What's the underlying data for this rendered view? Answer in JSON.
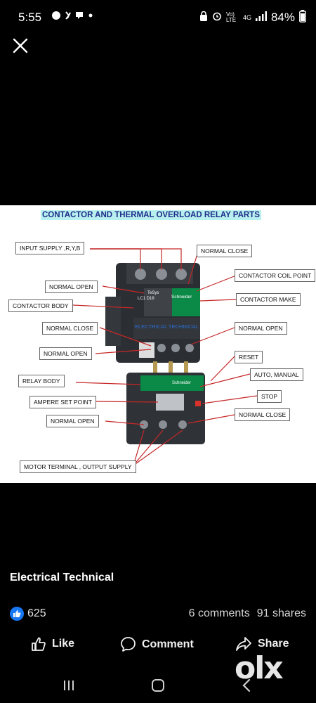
{
  "status_bar": {
    "time": "5:55",
    "network": "Vo) LTE",
    "signal": "4G",
    "battery": "84%"
  },
  "diagram": {
    "title": "CONTACTOR AND THERMAL OVERLOAD RELAY  PARTS",
    "labels": {
      "input_supply": "INPUT SUPPLY  ,R,Y,B",
      "normal_close_top": "NORMAL CLOSE",
      "contactor_coil_point": "CONTACTOR COIL POINT",
      "normal_open_1": "NORMAL OPEN",
      "contactor_body": "CONTACTOR BODY",
      "contactor_make": "CONTACTOR MAKE",
      "normal_close_mid": "NORMAL  CLOSE",
      "normal_open_right": "NORMAL OPEN",
      "normal_open_2": "NORMAL OPEN",
      "reset": "RESET",
      "relay_body": "RELAY BODY",
      "auto_manual": "AUTO, MANUAL",
      "ampere_set_point": "AMPERE  SET POINT",
      "stop": "STOP",
      "normal_open_3": "NORMAL OPEN",
      "normal_close_bottom": "NORMAL CLOSE",
      "motor_terminal": "MOTOR TERMINAL , OUTPUT SUPPLY"
    },
    "device_text": {
      "brand": "Schneider",
      "series": "TeSys",
      "model": "LC1 D18",
      "overlay": "ELECTRICAL TECHNICAL",
      "relay_brand": "Schneider"
    }
  },
  "post": {
    "author": "Electrical Technical",
    "reaction_count": "625",
    "comments": "6 comments",
    "shares": "91 shares"
  },
  "actions": {
    "like": "Like",
    "comment": "Comment",
    "share": "Share"
  },
  "watermark": "olx"
}
